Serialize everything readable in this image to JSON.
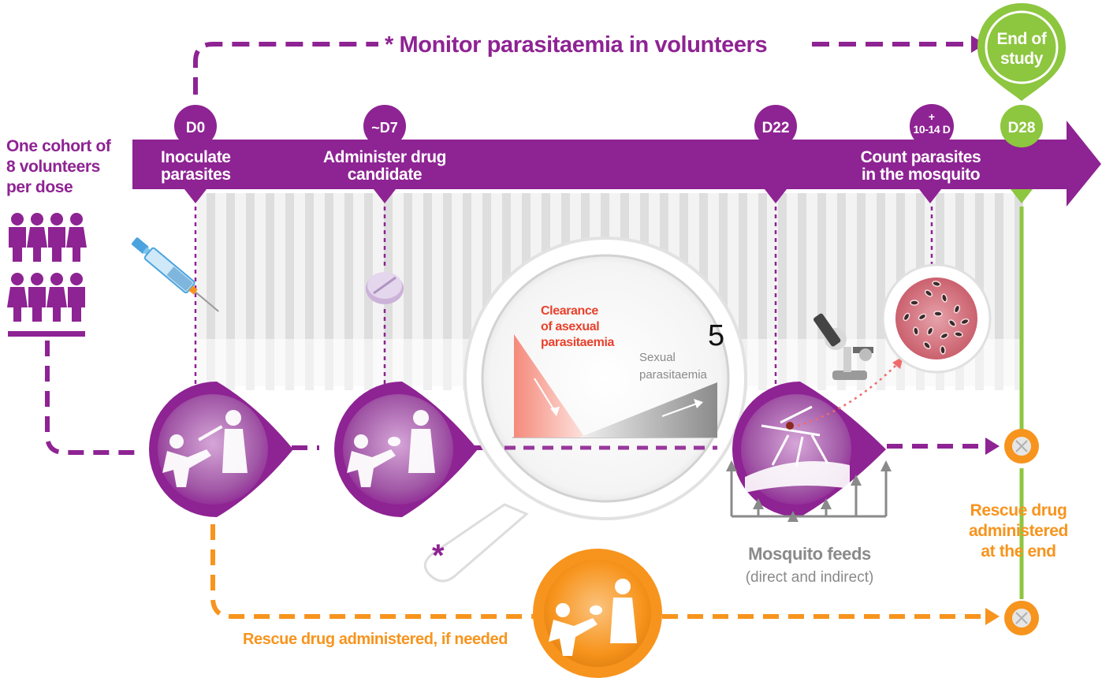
{
  "monitor_label": "* Monitor parasitaemia in volunteers",
  "end_of_study": {
    "line1": "End of",
    "line2": "study"
  },
  "cohort": {
    "line1": "One cohort of",
    "line2": "8 volunteers",
    "line3": "per dose"
  },
  "day_markers": [
    "D0",
    "~D7",
    "D22",
    "+",
    "10-14 D",
    "D28"
  ],
  "steps": {
    "inoculate": {
      "line1": "Inoculate",
      "line2": "parasites"
    },
    "administer": {
      "line1": "Administer drug",
      "line2": "candidate"
    },
    "count": {
      "line1": "Count parasites",
      "line2": "in the mosquito"
    }
  },
  "graph": {
    "clearance": {
      "line1": "Clearance",
      "line2": "of asexual",
      "line3": "parasitaemia"
    },
    "sexual": {
      "line1": "Sexual",
      "line2": "parasitaemia"
    },
    "stray_number": "5"
  },
  "mosquito_feeds": {
    "title": "Mosquito feeds",
    "subtitle": "(direct and indirect)"
  },
  "rescue_end": {
    "line1": "Rescue drug",
    "line2": "administered",
    "line3": "at the end"
  },
  "rescue_if_needed": "Rescue drug administered, if needed",
  "asterisk": "*",
  "colors": {
    "purple": "#8e2393",
    "dark_purple": "#6b1872",
    "green": "#8dc63f",
    "orange": "#f7941d",
    "red": "#e8412c",
    "grey": "#8a8a8a"
  }
}
